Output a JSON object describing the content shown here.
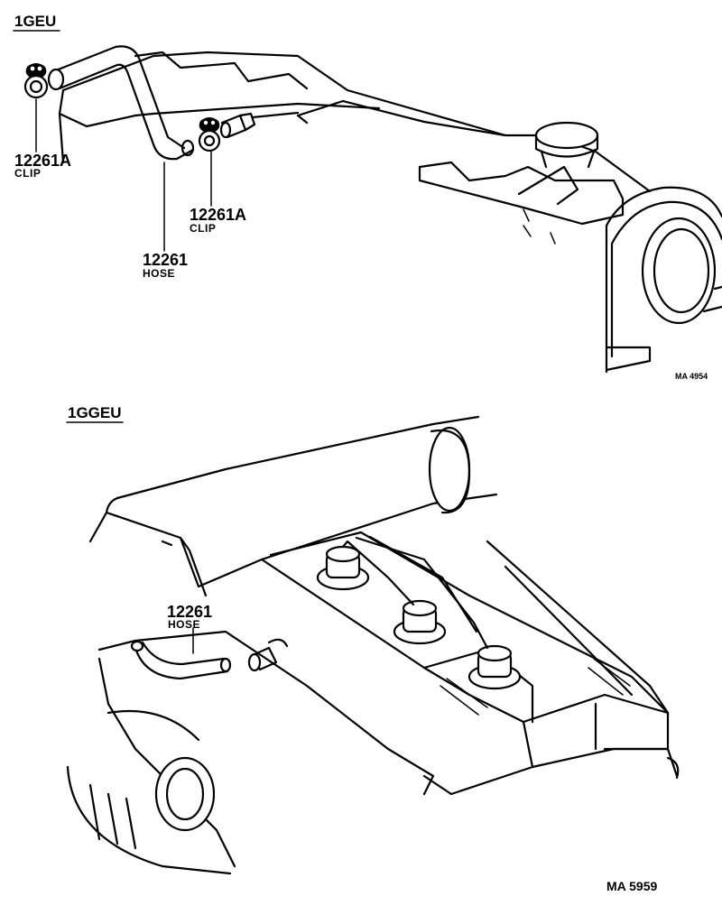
{
  "sections": [
    {
      "label": "1GEU",
      "ref": "MA 4954",
      "callouts": [
        {
          "part_no": "12261A",
          "name": "CLIP"
        },
        {
          "part_no": "12261A",
          "name": "CLIP"
        },
        {
          "part_no": "12261",
          "name": "HOSE"
        }
      ]
    },
    {
      "label": "1GGEU",
      "ref": "MA 5959",
      "callouts": [
        {
          "part_no": "12261",
          "name": "HOSE"
        }
      ]
    }
  ]
}
